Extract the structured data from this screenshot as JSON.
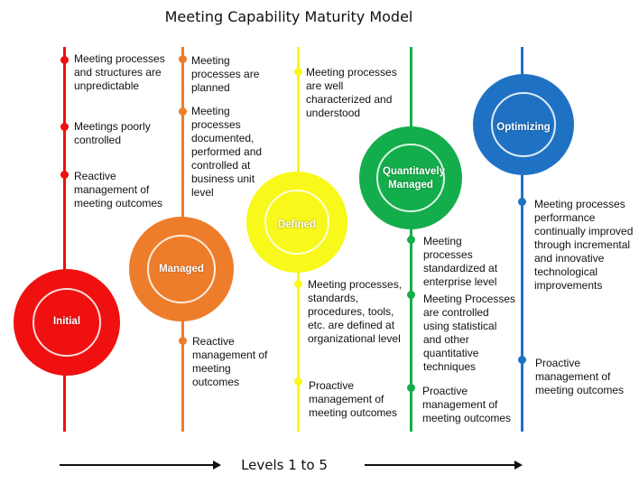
{
  "title": "Meeting Capability Maturity Model",
  "footer_label": "Levels 1 to 5",
  "colors": {
    "initial": "#f01010",
    "managed": "#ee7d2b",
    "defined": "#f8f81a",
    "quantitative": "#13ae4b",
    "optimizing": "#1f72c3"
  },
  "levels": [
    {
      "name": "Initial",
      "notes": [
        "Meeting processes and structures are unpredictable",
        "Meetings poorly controlled",
        "Reactive management of meeting outcomes"
      ]
    },
    {
      "name": "Managed",
      "notes": [
        "Meeting processes are planned",
        "Meeting processes documented, performed and controlled at business unit level",
        "Reactive management of meeting outcomes"
      ]
    },
    {
      "name": "Defined",
      "notes": [
        "Meeting processes are well characterized and understood",
        "Meeting processes, standards, procedures, tools, etc. are defined at organizational level",
        "Proactive management of meeting outcomes"
      ]
    },
    {
      "name": "Quantitavely Managed",
      "notes": [
        "Meeting processes standardized at enterprise level",
        "Meeting Processes are controlled using statistical and other quantitative techniques",
        "Proactive management of meeting outcomes"
      ]
    },
    {
      "name": "Optimizing",
      "notes": [
        "Meeting processes performance continually improved through incremental and innovative technological improvements",
        "Proactive management of meeting outcomes"
      ]
    }
  ]
}
